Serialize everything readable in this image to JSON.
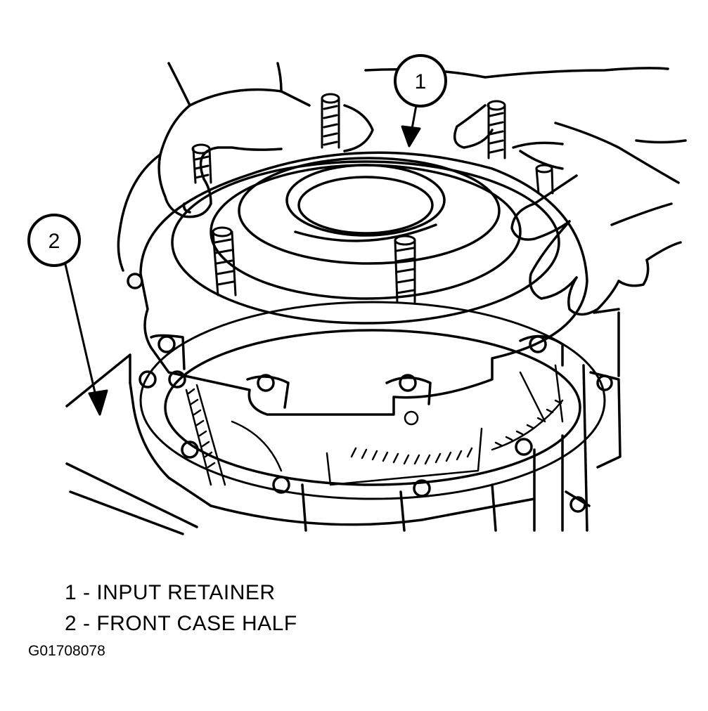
{
  "callouts": [
    {
      "number": "1"
    },
    {
      "number": "2"
    }
  ],
  "legend": [
    {
      "label": "1 - INPUT RETAINER"
    },
    {
      "label": "2 - FRONT CASE HALF"
    }
  ],
  "figure_id": "G01708078",
  "colors": {
    "ink": "#000000",
    "paper": "#ffffff"
  }
}
